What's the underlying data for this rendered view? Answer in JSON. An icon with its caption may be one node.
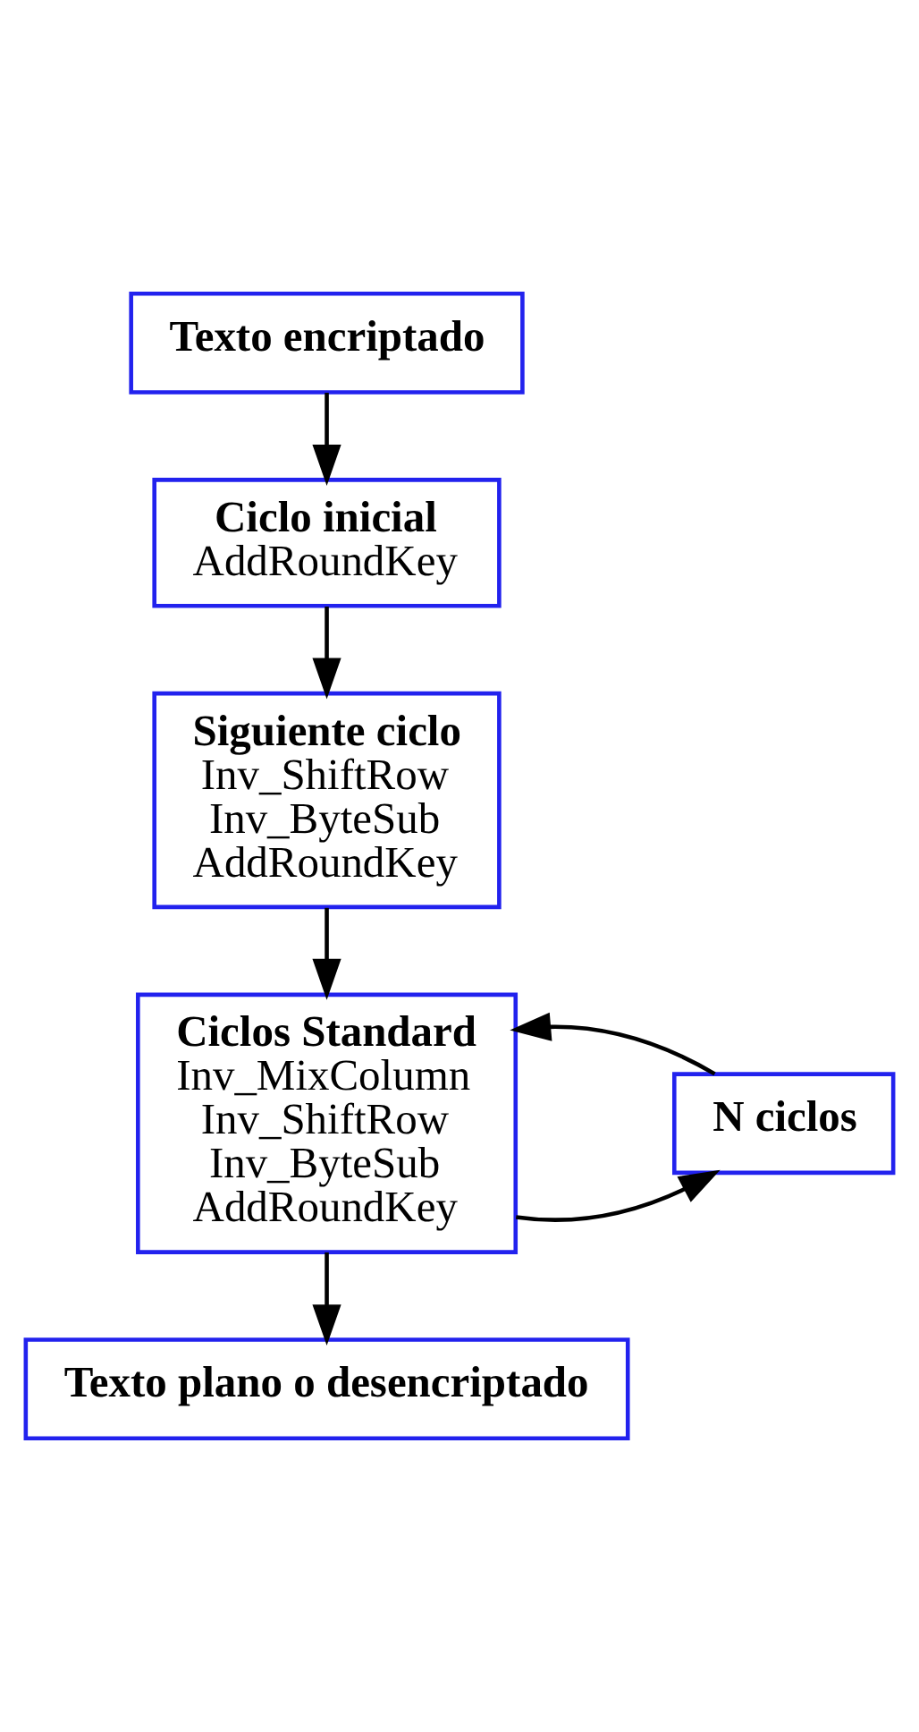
{
  "diagram": {
    "nodes": [
      {
        "text": [
          "Texto encriptado"
        ]
      },
      {
        "text": [
          "Ciclo inicial",
          "AddRoundKey"
        ]
      },
      {
        "text": [
          "Siguiente ciclo",
          "Inv_ShiftRow",
          "Inv_ByteSub",
          "AddRoundKey"
        ]
      },
      {
        "text": [
          "Ciclos Standard",
          "Inv_MixColumn",
          "Inv_ShiftRow",
          "Inv_ByteSub",
          "AddRoundKey"
        ]
      },
      {
        "text": [
          "N ciclos"
        ]
      },
      {
        "text": [
          "Texto plano o desencriptado"
        ]
      }
    ],
    "edges": [
      {
        "from": 0,
        "to": 1,
        "arrow": "to"
      },
      {
        "from": 1,
        "to": 2,
        "arrow": "to"
      },
      {
        "from": 2,
        "to": 3,
        "arrow": "to"
      },
      {
        "from": 3,
        "to": 4,
        "arrow": "to"
      },
      {
        "from": 4,
        "to": 3,
        "arrow": "to"
      },
      {
        "from": 3,
        "to": 5,
        "arrow": "to"
      }
    ]
  }
}
